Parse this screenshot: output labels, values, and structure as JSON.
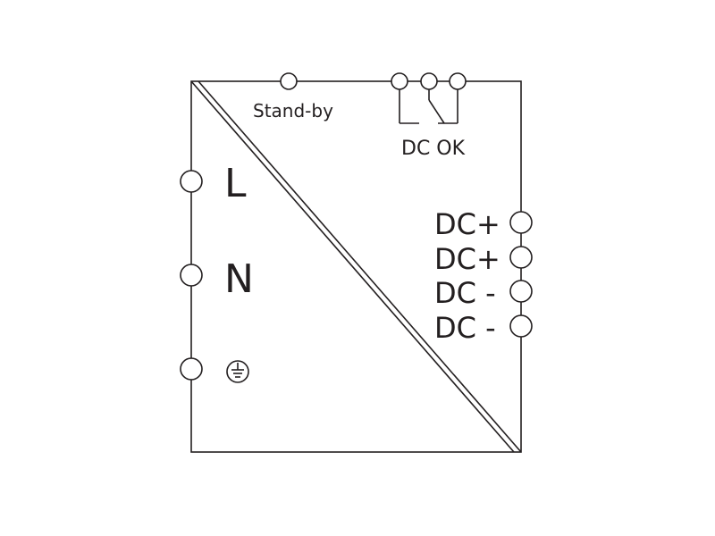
{
  "diagram": {
    "inputs": {
      "line_label": "L",
      "neutral_label": "N",
      "earth_icon": "protective-earth-icon"
    },
    "standby_label": "Stand-by",
    "relay_label": "DC OK",
    "outputs": [
      "DC+",
      "DC+",
      "DC -",
      "DC -"
    ],
    "line_color": "#231f20"
  }
}
